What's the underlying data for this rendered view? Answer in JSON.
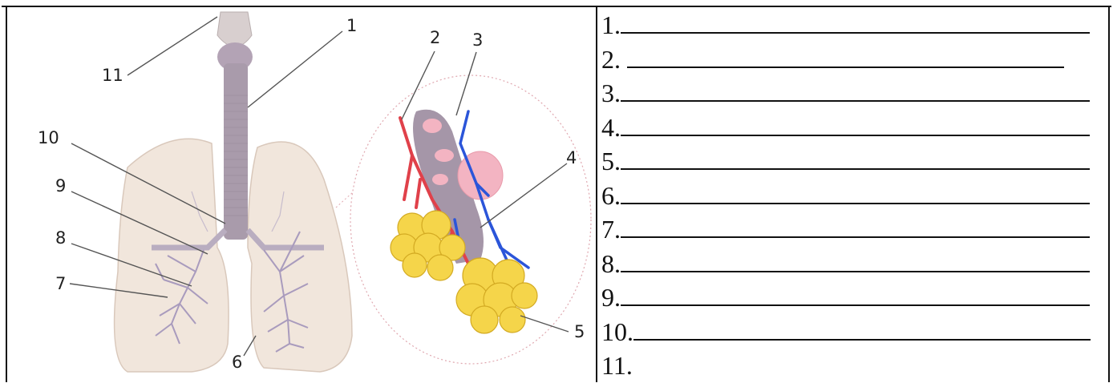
{
  "figure": {
    "labels": [
      "1",
      "2",
      "3",
      "4",
      "5",
      "6",
      "7",
      "8",
      "9",
      "10",
      "11"
    ]
  },
  "answers": {
    "items": [
      {
        "number": "1.",
        "blank": ""
      },
      {
        "number": "2. ",
        "blank": ""
      },
      {
        "number": "3.",
        "blank": ""
      },
      {
        "number": "4.",
        "blank": ""
      },
      {
        "number": "5.",
        "blank": ""
      },
      {
        "number": "6.",
        "blank": ""
      },
      {
        "number": "7.",
        "blank": ""
      },
      {
        "number": "8.",
        "blank": ""
      },
      {
        "number": "9.",
        "blank": ""
      },
      {
        "number": "10.",
        "blank": ""
      },
      {
        "number": "11.",
        "blank": ""
      }
    ]
  },
  "colors": {
    "lung_fill": "#f1e6dc",
    "trachea": "#a498a8",
    "artery": "#e0414a",
    "vein": "#2b55d9",
    "alveoli": "#f5d54a",
    "alveolus_pink": "#f3b4c2"
  }
}
